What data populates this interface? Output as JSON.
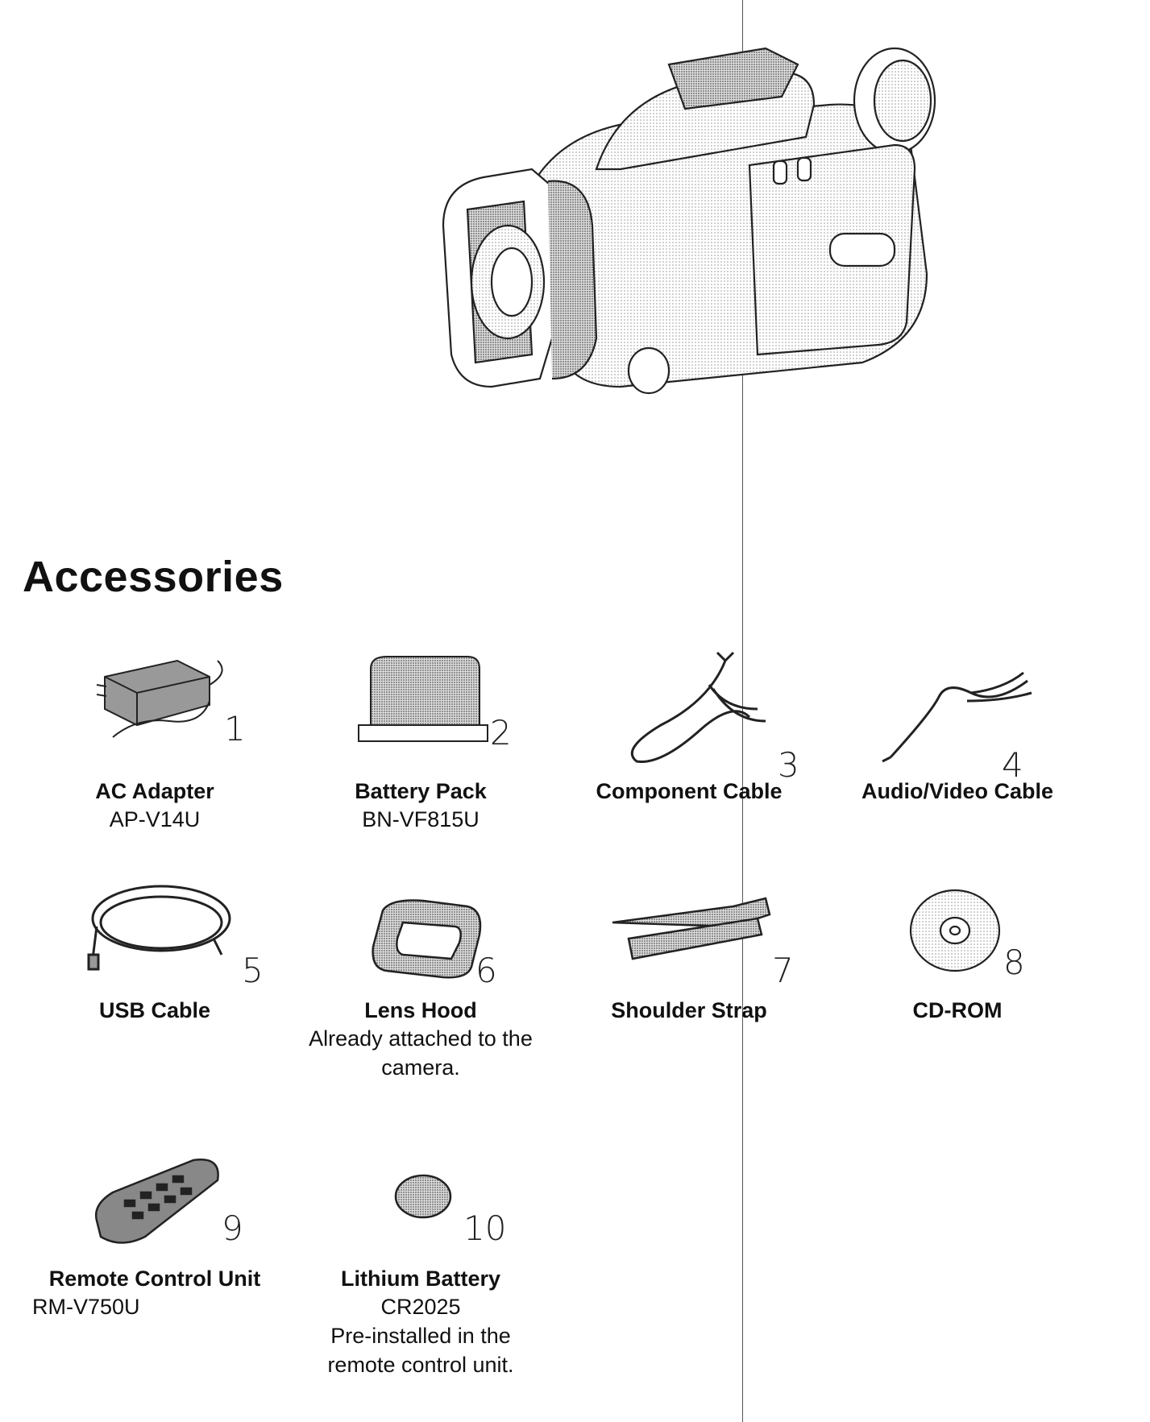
{
  "page": {
    "title": "Accessories"
  },
  "items": [
    {
      "num": "1",
      "name": "AC Adapter",
      "model": "AP-V14U",
      "note": ""
    },
    {
      "num": "2",
      "name": "Battery Pack",
      "model": "BN-VF815U",
      "note": ""
    },
    {
      "num": "3",
      "name": "Component Cable",
      "model": "",
      "note": ""
    },
    {
      "num": "4",
      "name": "Audio/Video Cable",
      "model": "",
      "note": ""
    },
    {
      "num": "5",
      "name": "USB Cable",
      "model": "",
      "note": ""
    },
    {
      "num": "6",
      "name": "Lens Hood",
      "model": "",
      "note": "Already attached to the camera."
    },
    {
      "num": "7",
      "name": "Shoulder Strap",
      "model": "",
      "note": ""
    },
    {
      "num": "8",
      "name": "CD-ROM",
      "model": "",
      "note": ""
    },
    {
      "num": "9",
      "name": "Remote Control Unit",
      "model": "RM-V750U",
      "note": ""
    },
    {
      "num": "10",
      "name": "Lithium Battery",
      "model": "CR2025",
      "note": "Pre-installed in the remote control unit."
    }
  ],
  "icons": {
    "camera": "camcorder-illustration",
    "1": "ac-adapter-icon",
    "2": "battery-pack-icon",
    "3": "component-cable-icon",
    "4": "av-cable-icon",
    "5": "usb-cable-icon",
    "6": "lens-hood-icon",
    "7": "shoulder-strap-icon",
    "8": "cd-rom-icon",
    "9": "remote-control-icon",
    "10": "lithium-battery-icon"
  }
}
